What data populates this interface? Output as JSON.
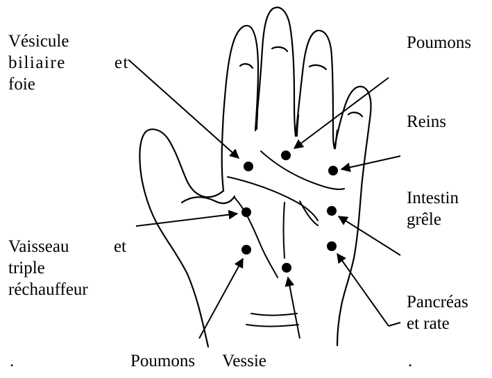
{
  "labels": {
    "vesicule": {
      "line1": "Vésicule",
      "line2_word1": "biliaire",
      "line2_word2": "et",
      "line3": "foie"
    },
    "poumons_top": "Poumons",
    "reins": "Reins",
    "intestin": {
      "line1": "Intestin",
      "line2": "grêle"
    },
    "vaisseau": {
      "line1_word1": "Vaisseau",
      "line1_word2": "et",
      "line2": "triple",
      "line3": "réchauffeur"
    },
    "pancreas": {
      "line1": "Pancréas",
      "line2": "et rate"
    },
    "poumons_bottom": "Poumons",
    "vessie": "Vessie",
    "dot_left": ".",
    "dot_right": "."
  },
  "colors": {
    "ink": "#000000",
    "background": "#ffffff"
  }
}
